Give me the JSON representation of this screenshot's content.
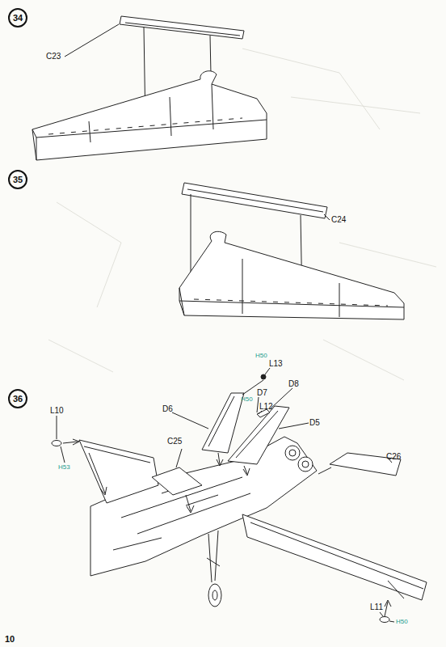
{
  "diagram": {
    "nodes": [
      {
        "text": [
          "34"
        ]
      },
      {
        "text": [
          "35"
        ]
      },
      {
        "text": [
          "36"
        ]
      }
    ],
    "labels": [
      "C23",
      "C24",
      "L13",
      "H50",
      "D8",
      "D7",
      "H50",
      "L12",
      "D6",
      "D5",
      "L10",
      "H53",
      "C25",
      "C26",
      "L11",
      "H50",
      "10"
    ]
  }
}
